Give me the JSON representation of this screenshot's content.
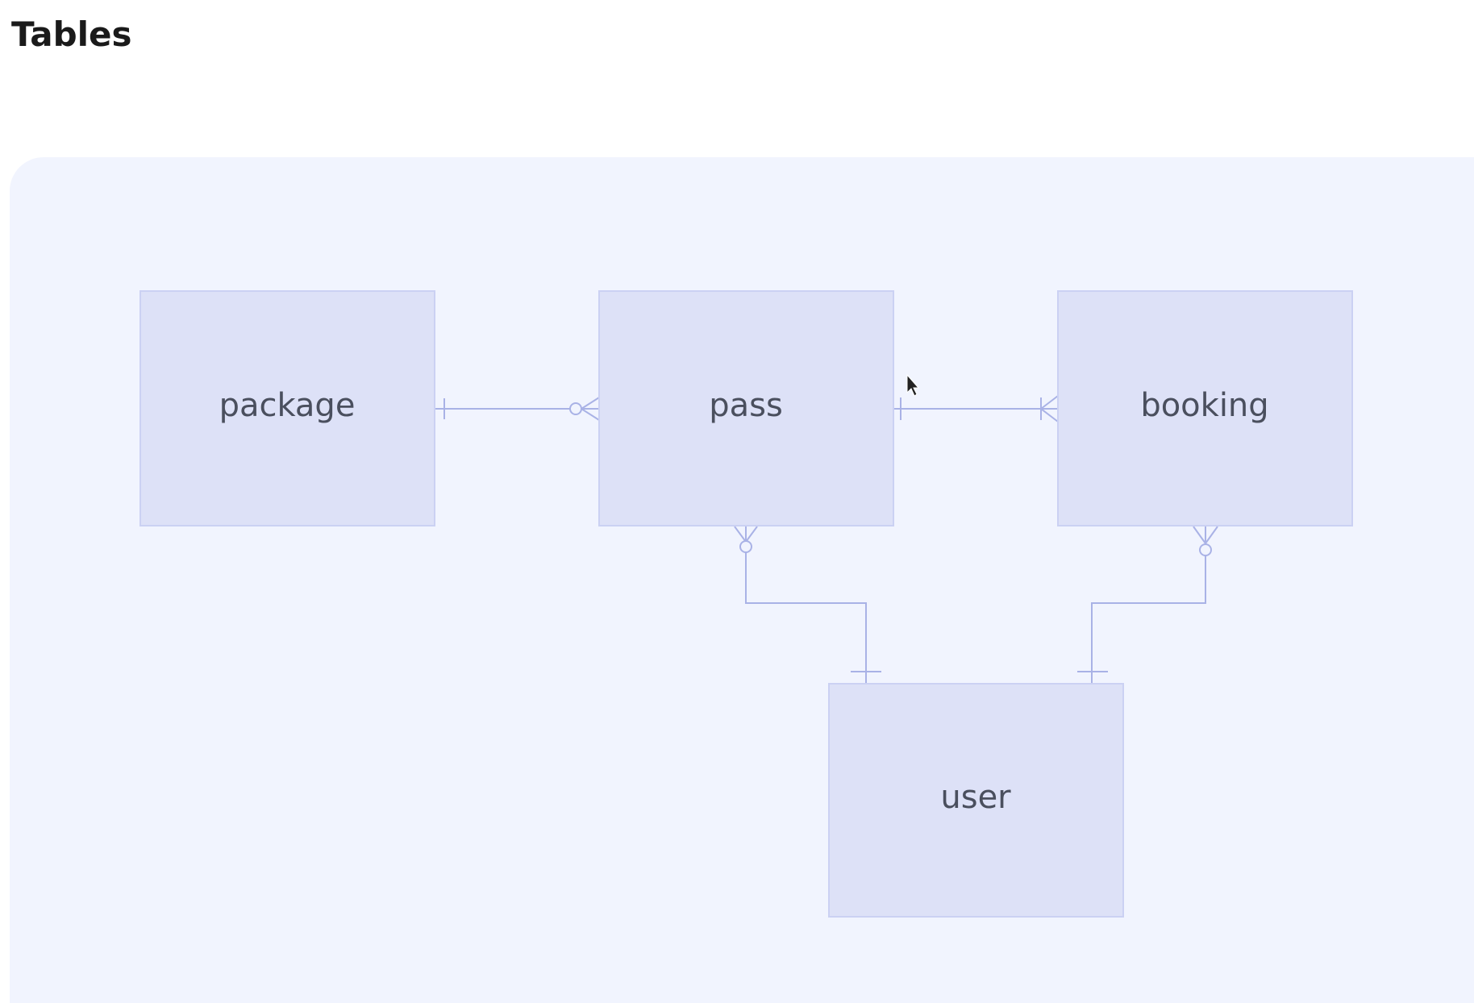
{
  "header": {
    "title": "Tables"
  },
  "diagram": {
    "type": "entity-relationship",
    "entities": [
      {
        "id": "package",
        "label": "package"
      },
      {
        "id": "pass",
        "label": "pass"
      },
      {
        "id": "booking",
        "label": "booking"
      },
      {
        "id": "user",
        "label": "user"
      }
    ],
    "relationships": [
      {
        "from": "package",
        "to": "pass",
        "from_cardinality": "one",
        "to_cardinality": "zero-or-many"
      },
      {
        "from": "pass",
        "to": "booking",
        "from_cardinality": "one",
        "to_cardinality": "one-or-many"
      },
      {
        "from": "user",
        "to": "pass",
        "from_cardinality": "one",
        "to_cardinality": "zero-or-many"
      },
      {
        "from": "user",
        "to": "booking",
        "from_cardinality": "one",
        "to_cardinality": "zero-or-many"
      }
    ]
  },
  "colors": {
    "canvas_background": "#f1f4fe",
    "entity_fill": "#dde1f7",
    "entity_border": "#cbd1f3",
    "connector": "#a9b2e6",
    "label_text": "#4a4f5e"
  }
}
